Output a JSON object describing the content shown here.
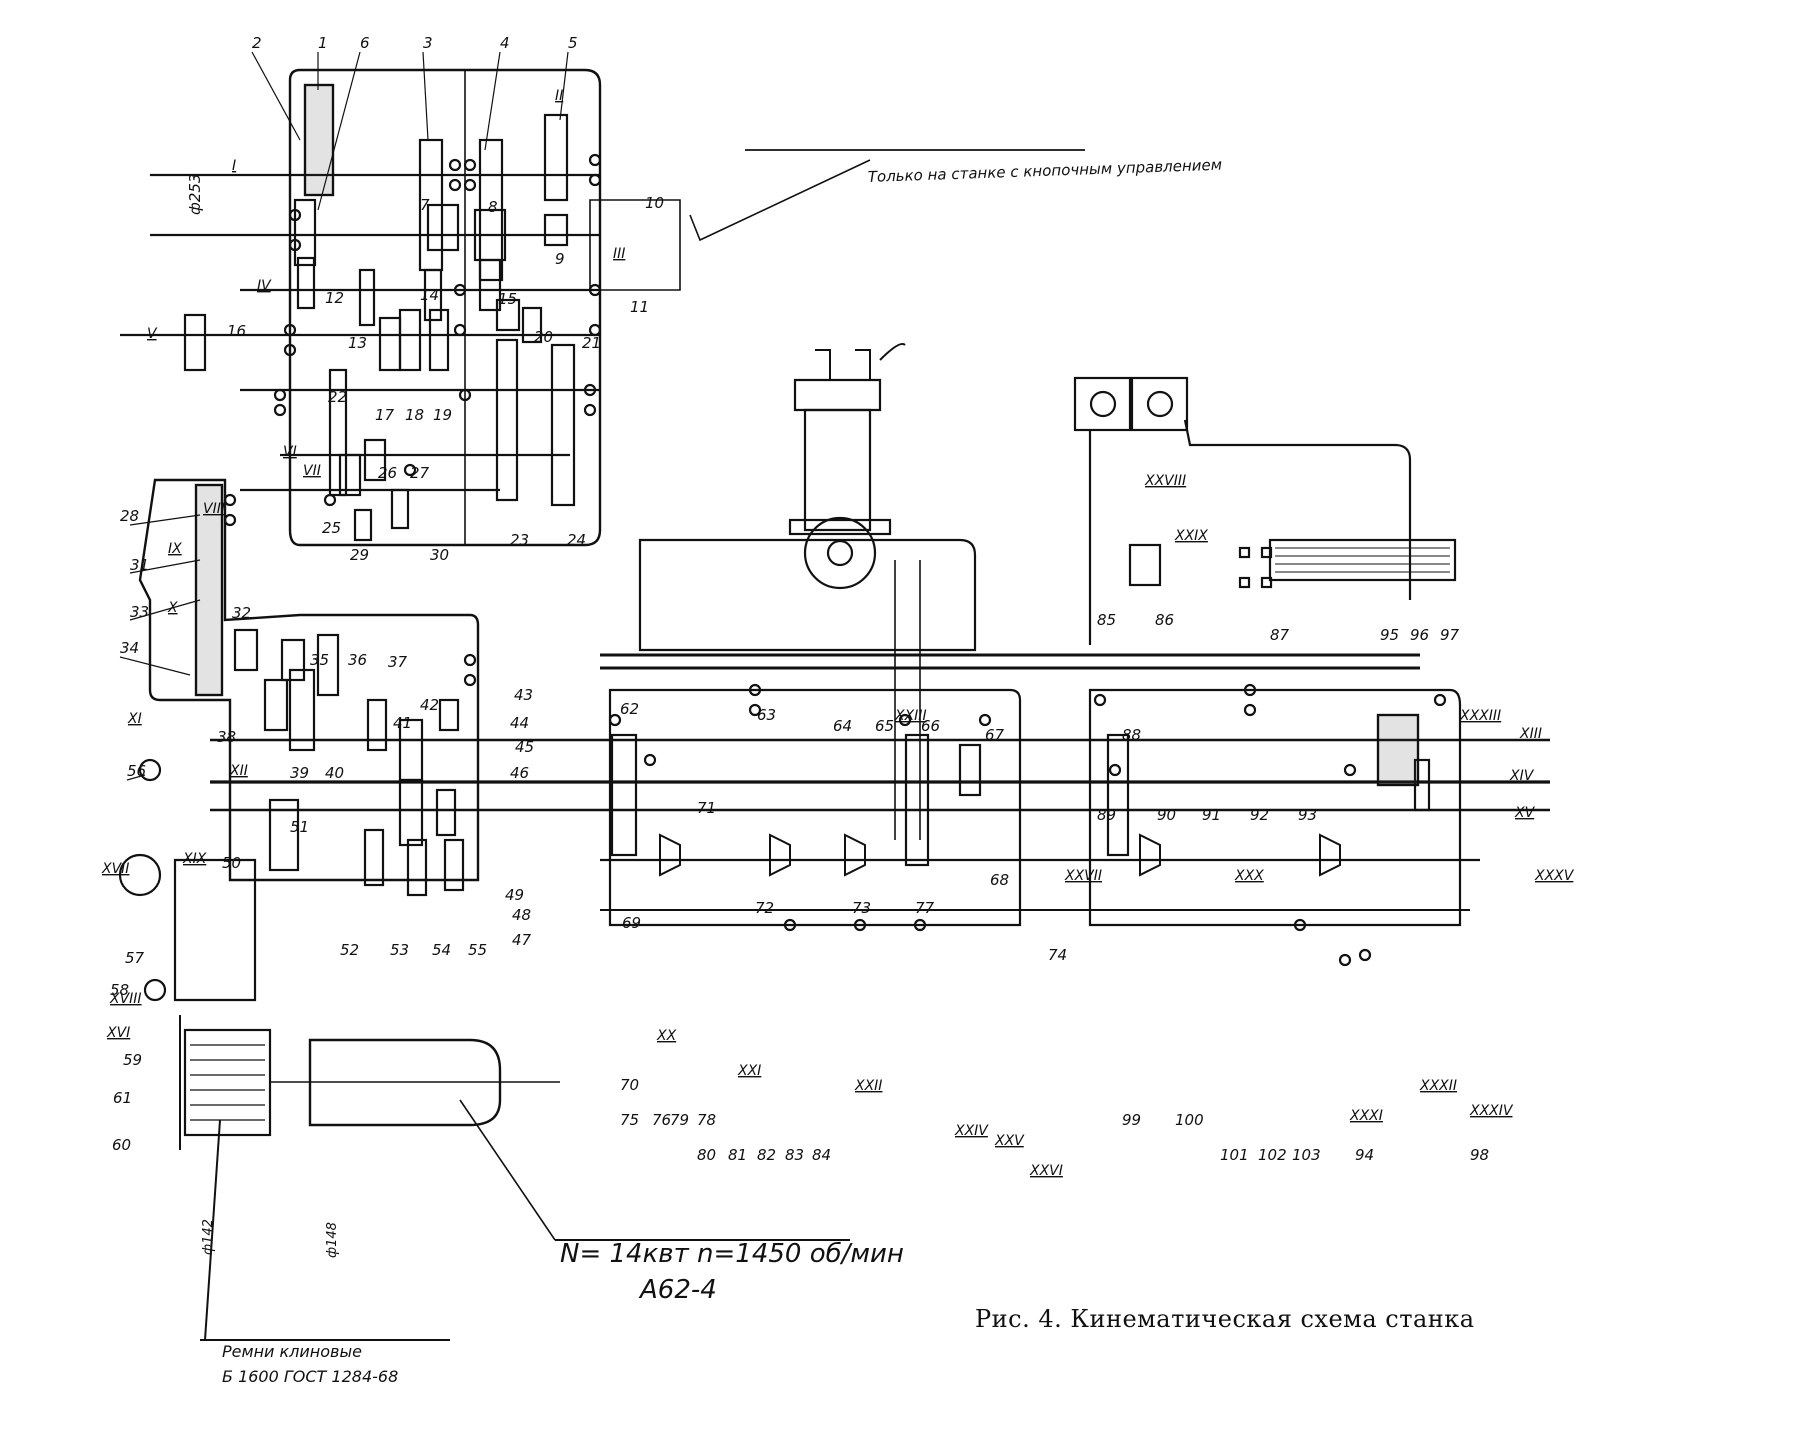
{
  "caption": "Рис. 4. Кинематическая схема станка",
  "notes": {
    "button_control": "Только на станке с кнопочным управлением",
    "diameter": "ф253",
    "motor": "N= 14квт n=1450 об/мин",
    "motor_model": "А62-4",
    "belts_label": "Ремни клиновые",
    "belts_spec": "Б 1600 ГОСТ 1284-68",
    "pulley_d1": "ф142",
    "pulley_d2": "ф148"
  },
  "part_numbers": [
    "1",
    "2",
    "3",
    "4",
    "5",
    "6",
    "7",
    "8",
    "9",
    "10",
    "11",
    "12",
    "13",
    "14",
    "15",
    "16",
    "17",
    "18",
    "19",
    "20",
    "21",
    "22",
    "23",
    "24",
    "25",
    "26",
    "27",
    "28",
    "29",
    "30",
    "31",
    "32",
    "33",
    "34",
    "35",
    "36",
    "37",
    "38",
    "39",
    "40",
    "41",
    "42",
    "43",
    "44",
    "45",
    "46",
    "47",
    "48",
    "49",
    "50",
    "51",
    "52",
    "53",
    "54",
    "55",
    "56",
    "57",
    "58",
    "59",
    "60",
    "61",
    "62",
    "63",
    "64",
    "65",
    "66",
    "67",
    "68",
    "69",
    "70",
    "71",
    "72",
    "73",
    "74",
    "75",
    "76",
    "77",
    "78",
    "79",
    "80",
    "81",
    "82",
    "83",
    "84",
    "85",
    "86",
    "87",
    "88",
    "89",
    "90",
    "91",
    "92",
    "93",
    "94",
    "95",
    "96",
    "97",
    "98",
    "99",
    "100",
    "101",
    "102",
    "103"
  ],
  "shafts": [
    "I",
    "II",
    "III",
    "IV",
    "V",
    "VI",
    "VII",
    "VIII",
    "IX",
    "X",
    "XI",
    "XII",
    "XIII",
    "XIV",
    "XV",
    "XVI",
    "XVII",
    "XVIII",
    "XIX",
    "XX",
    "XXI",
    "XXII",
    "XXIII",
    "XXIV",
    "XXV",
    "XXVI",
    "XXVII",
    "XXVIII",
    "XXIX",
    "XXX",
    "XXXI",
    "XXXII",
    "XXXIII",
    "XXXIV",
    "XXXV"
  ]
}
